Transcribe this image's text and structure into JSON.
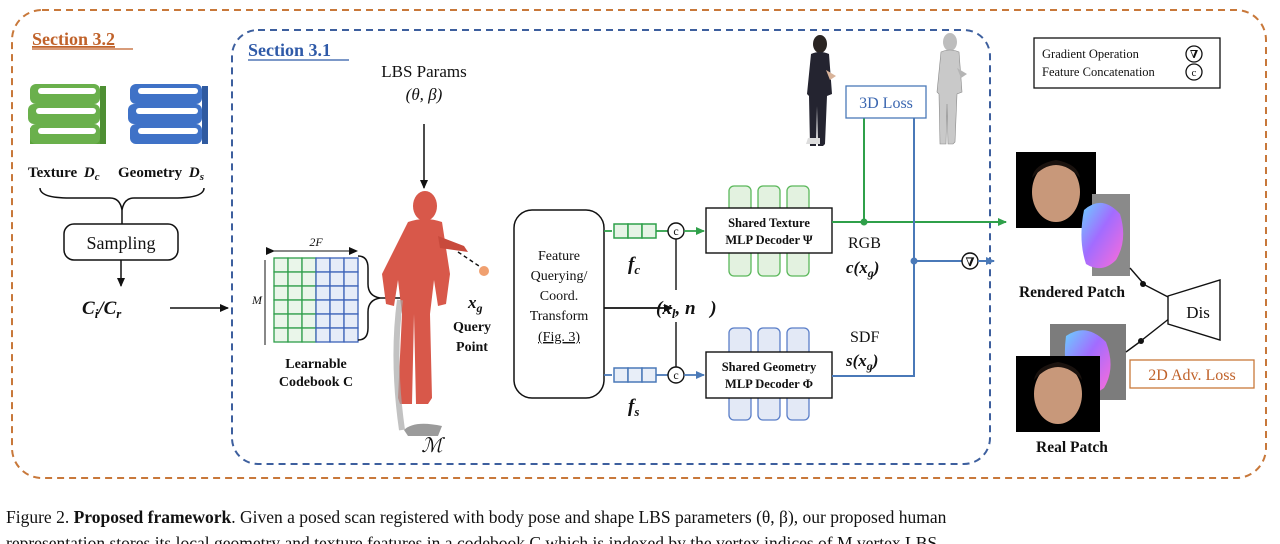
{
  "sections": {
    "outer_label": "Section 3.2",
    "inner_label": "Section 3.1"
  },
  "library": {
    "texture_label": "Texture",
    "texture_sym": "D",
    "texture_sub": "c",
    "geometry_label": "Geometry",
    "geometry_sym": "D",
    "geometry_sub": "s",
    "sampling_label": "Sampling",
    "code_sym": "C",
    "code_sub_i": "i",
    "code_slash": "/",
    "code_sub_r": "r",
    "texture_book_color": "#6ab04c",
    "geometry_book_color": "#3f72c7"
  },
  "codebook": {
    "width_label": "2F",
    "height_label": "M",
    "title_line1": "Learnable",
    "title_line2": "Codebook",
    "symbol": "C",
    "left_color": "#2e9e4a",
    "right_color": "#3b62b8"
  },
  "lbs": {
    "title": "LBS Params",
    "params": "(θ, β)"
  },
  "mesh": {
    "symbol": "ℳ",
    "color": "#d8584a"
  },
  "query": {
    "sym": "x",
    "sub": "g",
    "line1": "Query",
    "line2": "Point"
  },
  "fq_box": {
    "line1": "Feature",
    "line2": "Querying/",
    "line3": "Coord.",
    "line4": "Transform",
    "ref": "(Fig. 3)"
  },
  "features": {
    "fc_sym": "f",
    "fc_sub": "c",
    "fs_sym": "f",
    "fs_sub": "s",
    "coord_tuple": "(x",
    "coord_sub": "l",
    "coord_n": ", n⃗)",
    "concat_glyph": "c"
  },
  "decoders": {
    "texture_line1": "Shared Texture",
    "texture_line2": "MLP Decoder Ψ",
    "geometry_line1": "Shared Geometry",
    "geometry_line2": "MLP Decoder Φ",
    "texture_color": "#5bb85b",
    "geometry_color": "#5a7ec8"
  },
  "outputs": {
    "rgb_label": "RGB",
    "rgb_expr": "c(x",
    "rgb_sub": "g",
    "sdf_label": "SDF",
    "sdf_expr": "s(x",
    "sdf_sub": "g",
    "loss3d": "3D Loss",
    "grad_glyph": "∇"
  },
  "legend": {
    "gradient_label": "Gradient Operation",
    "gradient_glyph": "∇",
    "concat_label": "Feature Concatenation",
    "concat_glyph": "c"
  },
  "patches": {
    "rendered_label": "Rendered Patch",
    "real_label": "Real Patch",
    "dis_label": "Dis",
    "adv_loss": "2D Adv. Loss"
  },
  "caption": {
    "prefix": "Figure 2.",
    "bold": "Proposed framework",
    "text": ". Given a posed scan registered with body pose and shape LBS parameters (θ, β), our proposed human",
    "text2": "representation stores its local geometry and texture features in a codebook C which is indexed by the vertex indices of M vertex LBS"
  },
  "colors": {
    "outer_dash": "#c8783a",
    "inner_dash": "#3d5f9e",
    "green_flow": "#2fa04a",
    "blue_flow": "#4a79b8",
    "section_outer_text": "#c0622a",
    "section_inner_text": "#2f5aa8"
  }
}
